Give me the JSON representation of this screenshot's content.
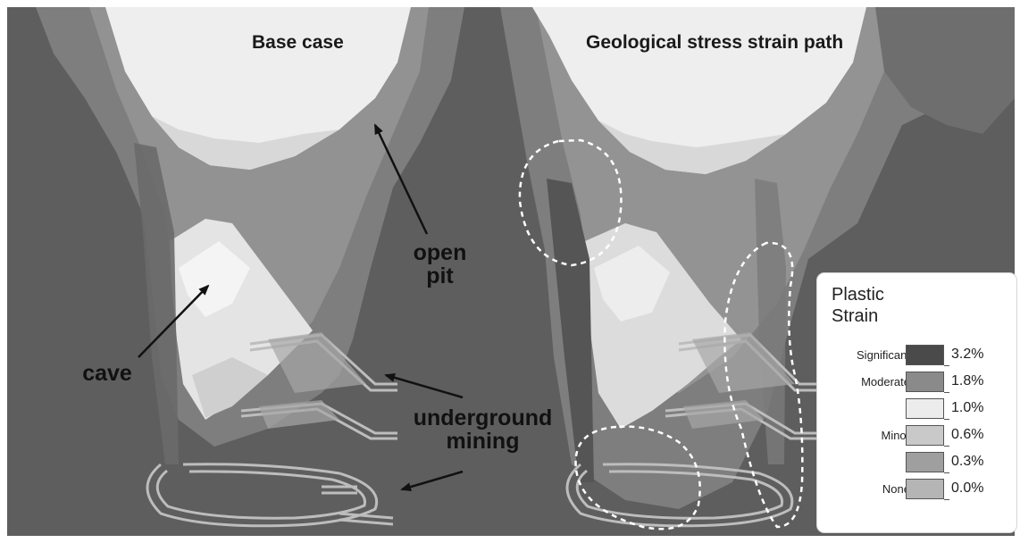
{
  "panels": {
    "left_title": "Base case",
    "right_title": "Geological stress strain path"
  },
  "labels": {
    "open_pit_line1": "open",
    "open_pit_line2": "pit",
    "cave": "cave",
    "underground_line1": "underground",
    "underground_line2": "mining"
  },
  "legend": {
    "title_line1": "Plastic",
    "title_line2": "Strain",
    "rows": [
      {
        "category": "Significant",
        "value": "3.2%",
        "color": "#4a4a4a"
      },
      {
        "category": "Moderate",
        "value": "1.8%",
        "color": "#8a8a8a"
      },
      {
        "category": "",
        "value": "1.0%",
        "color": "#ececec"
      },
      {
        "category": "Minor",
        "value": "0.6%",
        "color": "#c9c9c9"
      },
      {
        "category": "",
        "value": "0.3%",
        "color": "#9f9f9f"
      },
      {
        "category": "None",
        "value": "0.0%",
        "color": "#b5b5b5"
      }
    ],
    "last_swatch_color": "#8c8c8c"
  },
  "colors": {
    "background": "#5e5e5e",
    "pit": "#eeeeee",
    "cave": "#e2e2e2",
    "halo": "#8a8a8a",
    "annotation": "#ffffff"
  }
}
